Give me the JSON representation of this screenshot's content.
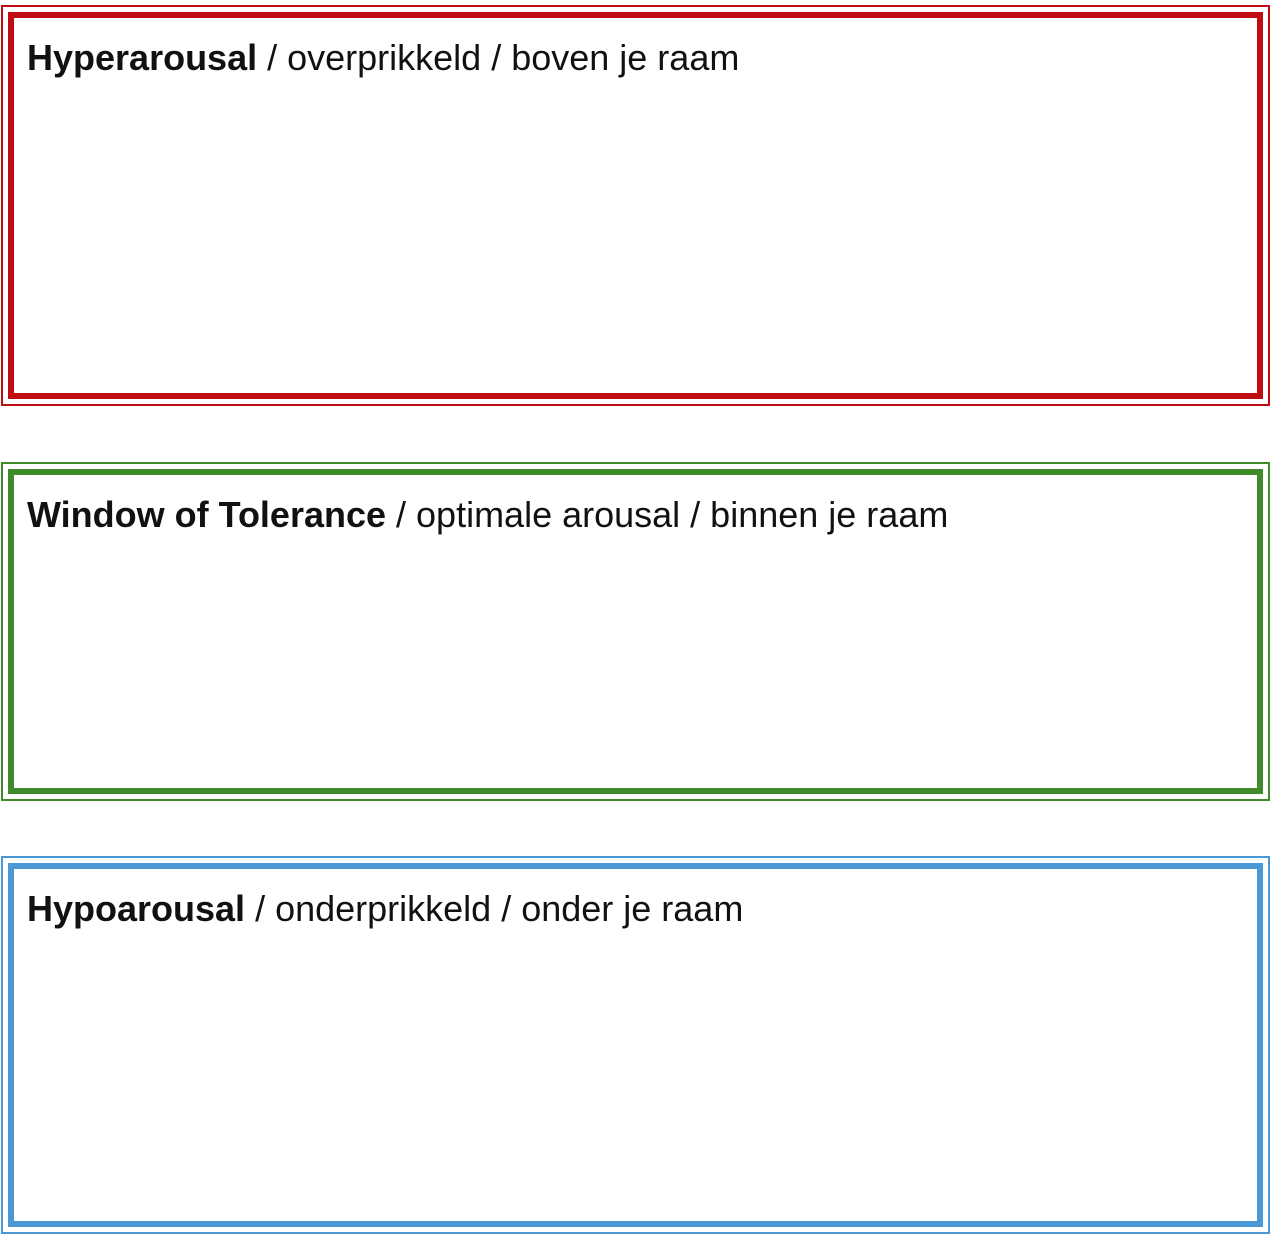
{
  "colors": {
    "hyperarousal": "#c00d14",
    "window_of_tolerance": "#3f8a2a",
    "hypoarousal": "#4a98d6"
  },
  "panels": [
    {
      "title_bold": "Hyperarousal",
      "title_rest": " / overprikkeld / boven je raam"
    },
    {
      "title_bold": "Window of Tolerance",
      "title_rest": " / optimale arousal / binnen je raam"
    },
    {
      "title_bold": "Hypoarousal",
      "title_rest": " / onderprikkeld / onder je raam"
    }
  ]
}
